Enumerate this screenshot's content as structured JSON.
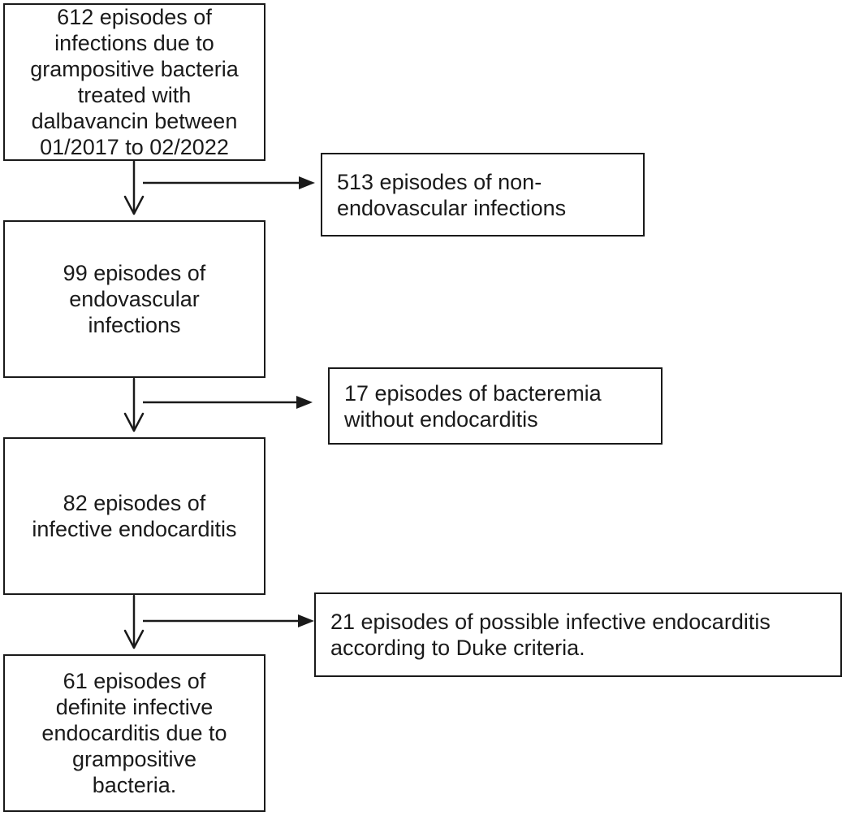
{
  "main_boxes": [
    {
      "id": "box-612",
      "lines": [
        "612 episodes of",
        "infections due to",
        "grampositive bacteria",
        "treated with",
        "dalbavancin between",
        "01/2017 to 02/2022"
      ]
    },
    {
      "id": "box-99",
      "lines": [
        "99 episodes of",
        "endovascular",
        "infections"
      ]
    },
    {
      "id": "box-82",
      "lines": [
        "82 episodes of",
        "infective endocarditis"
      ]
    },
    {
      "id": "box-61",
      "lines": [
        "61 episodes of",
        "definite infective",
        "endocarditis due to",
        "grampositive",
        "bacteria."
      ]
    }
  ],
  "side_boxes": [
    {
      "id": "box-513",
      "lines": [
        "513 episodes of non-",
        "endovascular infections"
      ]
    },
    {
      "id": "box-17",
      "lines": [
        "17 episodes of bacteremia",
        "without endocarditis"
      ]
    },
    {
      "id": "box-21",
      "lines": [
        "21 episodes of possible infective endocarditis",
        "according to Duke criteria."
      ]
    }
  ]
}
